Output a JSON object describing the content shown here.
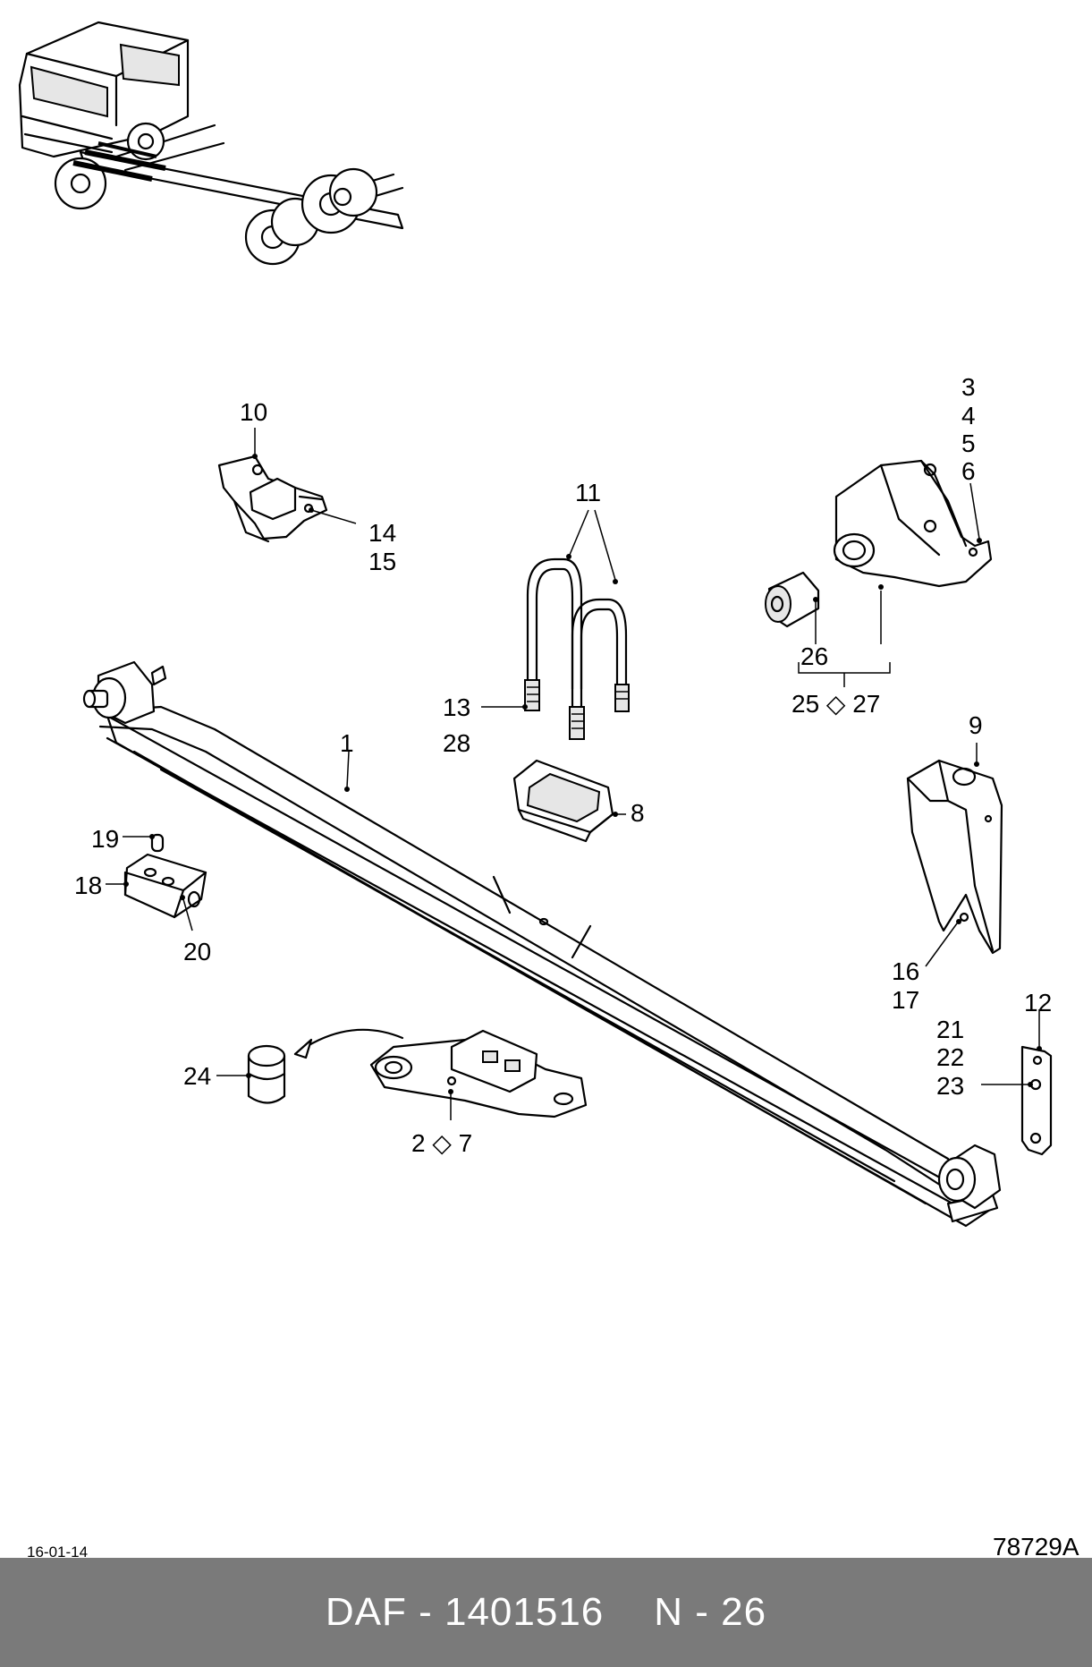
{
  "callouts": {
    "c1": "1",
    "c2_7": "2 ◇ 7",
    "c3": "3",
    "c4": "4",
    "c5": "5",
    "c6": "6",
    "c8": "8",
    "c9": "9",
    "c10": "10",
    "c11": "11",
    "c12": "12",
    "c13": "13",
    "c28": "28",
    "c14": "14",
    "c15": "15",
    "c16": "16",
    "c17": "17",
    "c18": "18",
    "c19": "19",
    "c20": "20",
    "c21": "21",
    "c22": "22",
    "c23": "23",
    "c24": "24",
    "c25_27": "25 ◇ 27",
    "c26": "26"
  },
  "date": "16-01-14",
  "drawing_number": "78729A",
  "footer": {
    "brand_part": "DAF - 1401516",
    "section": "N - 26"
  }
}
